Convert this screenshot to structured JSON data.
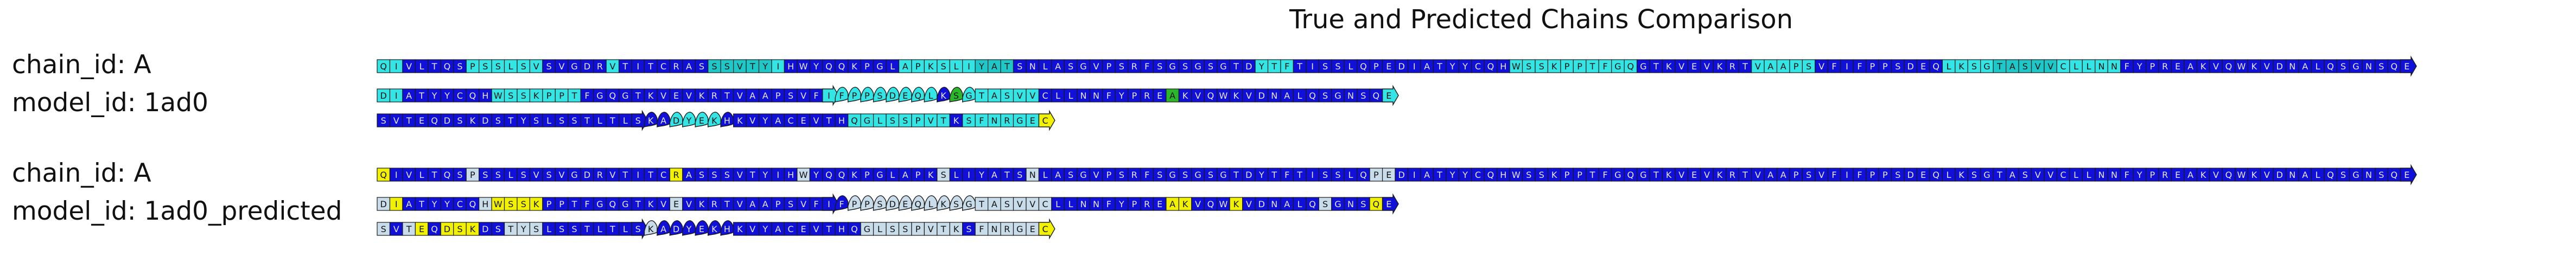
{
  "title": "True and Predicted Chains Comparison",
  "panels": [
    {
      "name": "true",
      "chain_label": "chain_id: A",
      "model_label": "model_id: 1ad0",
      "rows": [
        {
          "residues": "QIVLTQSPSSLSVSVGDRVTITCRASSSVTYIHWYQQKPGLAPKSLIYATSNLASGVPSRFSGSGSGTDYTFTISSLQPEDIATYYCQHWSSKPPTFGQGTKVEVKRTVAAPSVFIFPPSDEQLKSGTASVVCLLNNFYPREAKVQWKVDNALQSGNSQE",
          "ss": "bbbbbbbbbbbbbbbbbbbbbbbbbbbbbbbbbbbbbbbbbbbbbbbbbbbbbbbbbbbbbbbbbbbbbbbbbbbbbbbbbbbbbbbbbbbbbbbbbbbbbbbbbbbbbbbbbbbbbbbbbbbbbbbbbbbbbbbbbbbbbbbbbbbbbbbbbbbbbbbbb",
          "classes": "CCDDDDDCCCCCCDDDDDCDDDDDDDAAAAACDDDDDDDDDCCCCCCAAADDDDDDDDDDDDDDDDDDDCCCDDDDDDDDDDDDDDDDDCCCCCCCCCCDDDDDDDDDCCCCCDDDDDDDDDDCCCCAAAAACCCCCDDDDDDDDDDDDDDDDDDDDDDDDDDDDDDDDDDDDDDDDD"
        },
        {
          "residues": "DIATYYCQHWSSKPPTFGQGTKVEVKRTVAAPSVFIFPPSDEQLKSGTASVVCLLNNFYPREAKVQWKVDNALQSGNSQE",
          "ss": "bbbbbbbbbbbbbbbbbbbbbbbbbbbbbbbbbbbbhhhhhhhhhhhbbbbbbbbbbbbbbbbbbbbbbbbbbbbbbbbb",
          "classes": "CCDDDDDDDCCCCCCCDDDDDDDDDDDDDDDDDDDCCCCCCCCCDGCCCCCCDDDDDDDDDDGDDDDDDDDDDDDDDDDC"
        },
        {
          "residues": "SVTEQDSKDSTYSLSSTLTLSKADYEKHKVYACEVTHQGLSSPVTKSFNRGEC",
          "ss": "bbbbbbbbbbbbbbbbbbbbbhhhhhhhbbbbbbbbbbbbbbbbbbbbbbbbb",
          "classes": "DDDDDDDDDDDDDDDDDDDDDDDCCCCDDDDDDDDDDCCCCCCCCDCCCCCCY"
        }
      ]
    },
    {
      "name": "predicted",
      "chain_label": "chain_id: A",
      "model_label": "model_id: 1ad0_predicted",
      "rows": [
        {
          "residues": "QIVLTQSPSSLSVSVGDRVTITCRASSSVTYIHWYQQKPGLAPKSLIYATSNLASGVPSRFSGSGSGTDYTFTISSLQPEDIATYYCQHWSSKPPTFGQGTKVEVKRTVAAPSVFIFPPSDEQLKSGTASVVCLLNNFYPREAKVQWKVDNALQSGNSQE",
          "ss": "bbbbbbbbbbbbbbbbbbbbbbbbbbbbbbbbbbbbbbbbbbbbbbbbbbbbbbbbbbbbbbbbbbbbbbbbbbbbbbbbbbbbbbbbbbbbbbbbbbbbbbbbbbbbbbbbbbbbbbbbbbbbbbbbbbbbbbbbbbbbbbbbbbbbbbbbbbbbbbbbhh",
          "classes": "YDDDDDDEDDDDDDDDDDDDDDDYDDDDDDDDDEDDDDDDDDDDEDDDDDDEDDDDDDDDDDDDDDDDDDDDDDDDDDEEDDDDDDDDDDDDDDDDDDDDDDDDDDDDDDDDDDDDDDDDDDDDDDDDDDDDDDDDDDDDDDDDDDDDDDDDDDDDDDDDDDD"
        },
        {
          "residues": "DIATYYCQHWSSKPPTFGQGTKVEVKRTVAAPSVFIFPPSDEQLKSGTASVVCLLNNFYPREAKVQWKVDNALQSGNSQE",
          "ss": "bbbbbbbbbbbbbbbbbbbbbbbbbbbbbbbbbbbbhhhhhhhhhhhbbbbbbbbbbbbbbbbbbbbbbbbbbbbbbbbb",
          "classes": "EYDDDDDDEYYYYDDDDDDDDDDEDDDDDDDDDDDDDEEEEEEEEEEEEEEEEDDDDDDDDDYYDDDYDDDDDDEDDDYD"
        },
        {
          "residues": "SVTEQDSKDSTYSLSSTLTLSKADYEKHKVYACEVTHQGLSSPVTKSFNRGEC",
          "ss": "bbbbbbbbbbbbbbbbbbbbbhhhhhhhbbbbbbbbbbbbbbbbbbbbbbbbb",
          "classes": "EDEYDYYYDDEEEDDDDDDDDEDDDDDDDDDDDDDDDDEEEEEEEEDEEEEEY"
        }
      ]
    }
  ],
  "colors": {
    "C": "#33e5e5",
    "D": "#1010d8",
    "A": "#1ec8c8",
    "G": "#2ab82a",
    "E": "#c8dcea",
    "Y": "#f2f200",
    "outline": "#1a1a1a"
  }
}
